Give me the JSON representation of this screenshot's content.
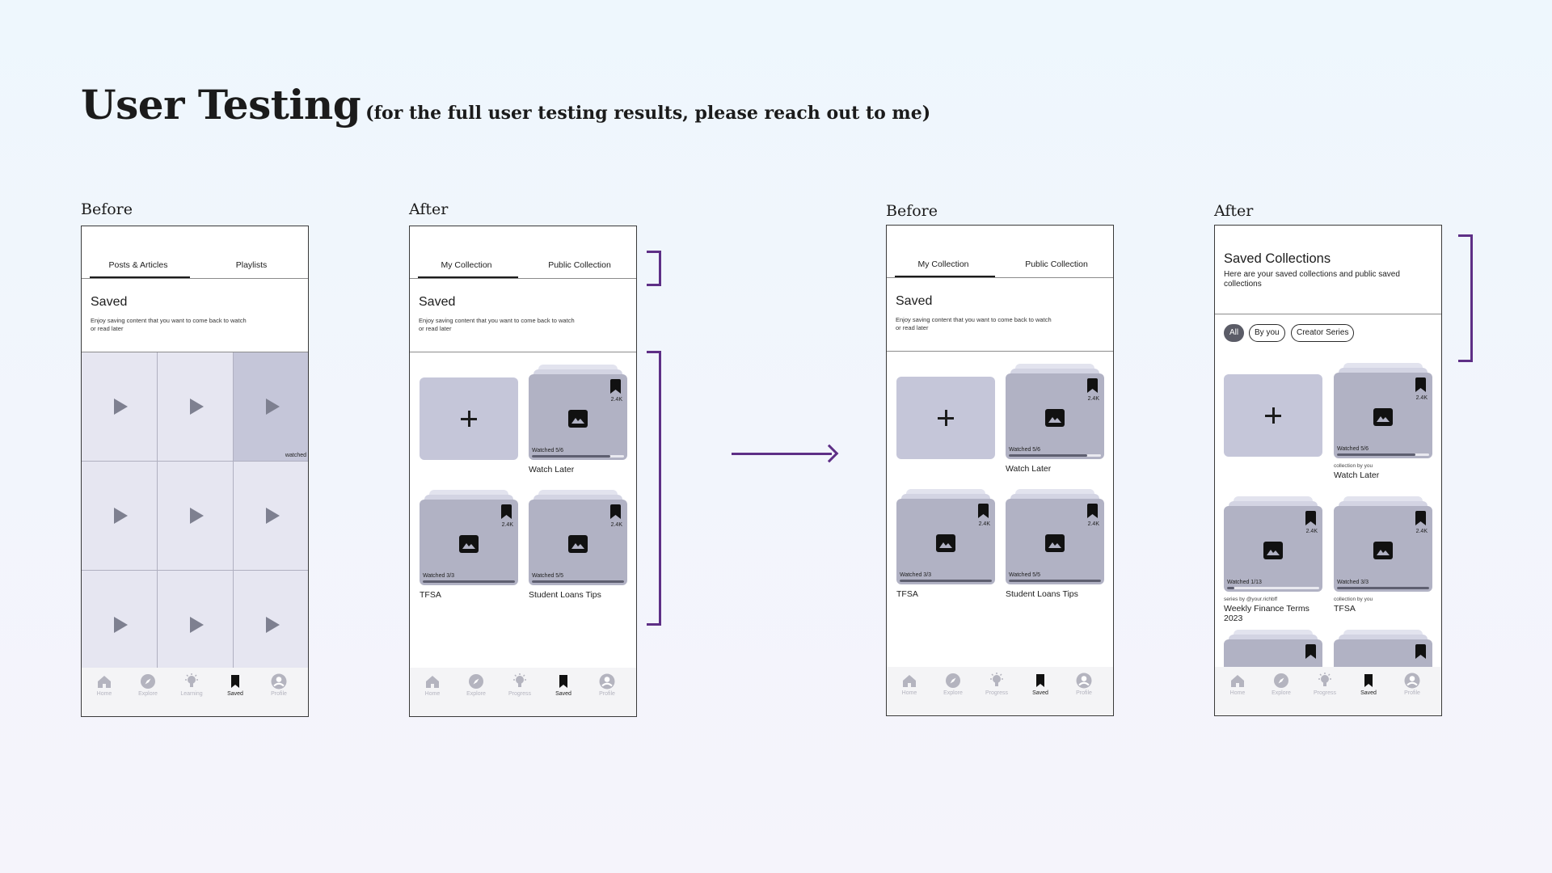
{
  "title": "User Testing",
  "subtitle": "(for the full user testing results, please reach out to me)",
  "labels": {
    "before": "Before",
    "after": "After"
  },
  "accent_color": "#5e2f86",
  "phone1": {
    "tabs": [
      "Posts & Articles",
      "Playlists"
    ],
    "saved_title": "Saved",
    "saved_desc": "Enjoy saving content that you want to come back to watch or read later",
    "watched_tag": "watched",
    "nav": [
      "Home",
      "Explore",
      "Learning",
      "Saved",
      "Profile"
    ]
  },
  "phone2": {
    "tabs": [
      "My Collection",
      "Public Collection"
    ],
    "saved_title": "Saved",
    "saved_desc": "Enjoy saving content that you want to come back to watch or read later",
    "collections": [
      {
        "name": "Watch Later",
        "watched": "Watched 5/6",
        "count": "2.4K",
        "progress": 0.85
      },
      {
        "name": "TFSA",
        "watched": "Watched 3/3",
        "count": "2.4K",
        "progress": 1.0
      },
      {
        "name": "Student Loans Tips",
        "watched": "Watched 5/5",
        "count": "2.4K",
        "progress": 1.0
      }
    ],
    "nav": [
      "Home",
      "Explore",
      "Progress",
      "Saved",
      "Profile"
    ]
  },
  "phone3": {
    "tabs": [
      "My Collection",
      "Public Collection"
    ],
    "saved_title": "Saved",
    "saved_desc": "Enjoy saving content that you want to come back to watch or read later",
    "collections": [
      {
        "name": "Watch Later",
        "watched": "Watched 5/6",
        "count": "2.4K",
        "progress": 0.85
      },
      {
        "name": "TFSA",
        "watched": "Watched 3/3",
        "count": "2.4K",
        "progress": 1.0
      },
      {
        "name": "Student Loans Tips",
        "watched": "Watched 5/5",
        "count": "2.4K",
        "progress": 1.0
      }
    ],
    "nav": [
      "Home",
      "Explore",
      "Progress",
      "Saved",
      "Profile"
    ]
  },
  "phone4": {
    "title": "Saved Collections",
    "desc": "Here are your saved collections and public saved collections",
    "chips": [
      "All",
      "By you",
      "Creator Series"
    ],
    "collections": [
      {
        "name": "Watch Later",
        "meta": "collection by you",
        "watched": "Watched 5/6",
        "count": "2.4K",
        "progress": 0.85
      },
      {
        "name": "Weekly Finance Terms 2023",
        "meta": "series by @your.richbff",
        "watched": "Watched 1/13",
        "count": "2.4K",
        "progress": 0.08
      },
      {
        "name": "TFSA",
        "meta": "collection by you",
        "watched": "Watched 3/3",
        "count": "2.4K",
        "progress": 1.0
      }
    ],
    "nav": [
      "Home",
      "Explore",
      "Progress",
      "Saved",
      "Profile"
    ]
  }
}
